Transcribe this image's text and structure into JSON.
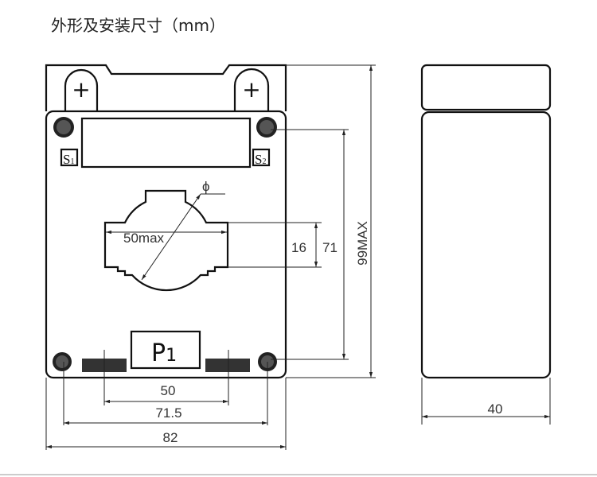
{
  "title": "外形及安装尺寸（mm）",
  "labels": {
    "s1": "S",
    "s1_sub": "1",
    "s2": "S",
    "s2_sub": "2",
    "p1": "P",
    "p1_sub": "1",
    "phi": "ϕ",
    "plus_left": "+",
    "plus_right": "+"
  },
  "dimensions": {
    "aperture_width": "50max",
    "slot_height": "16",
    "mount_vertical": "71",
    "overall_height": "99MAX",
    "bar_spacing": "50",
    "mount_horizontal": "71.5",
    "overall_width": "82",
    "depth": "40"
  }
}
